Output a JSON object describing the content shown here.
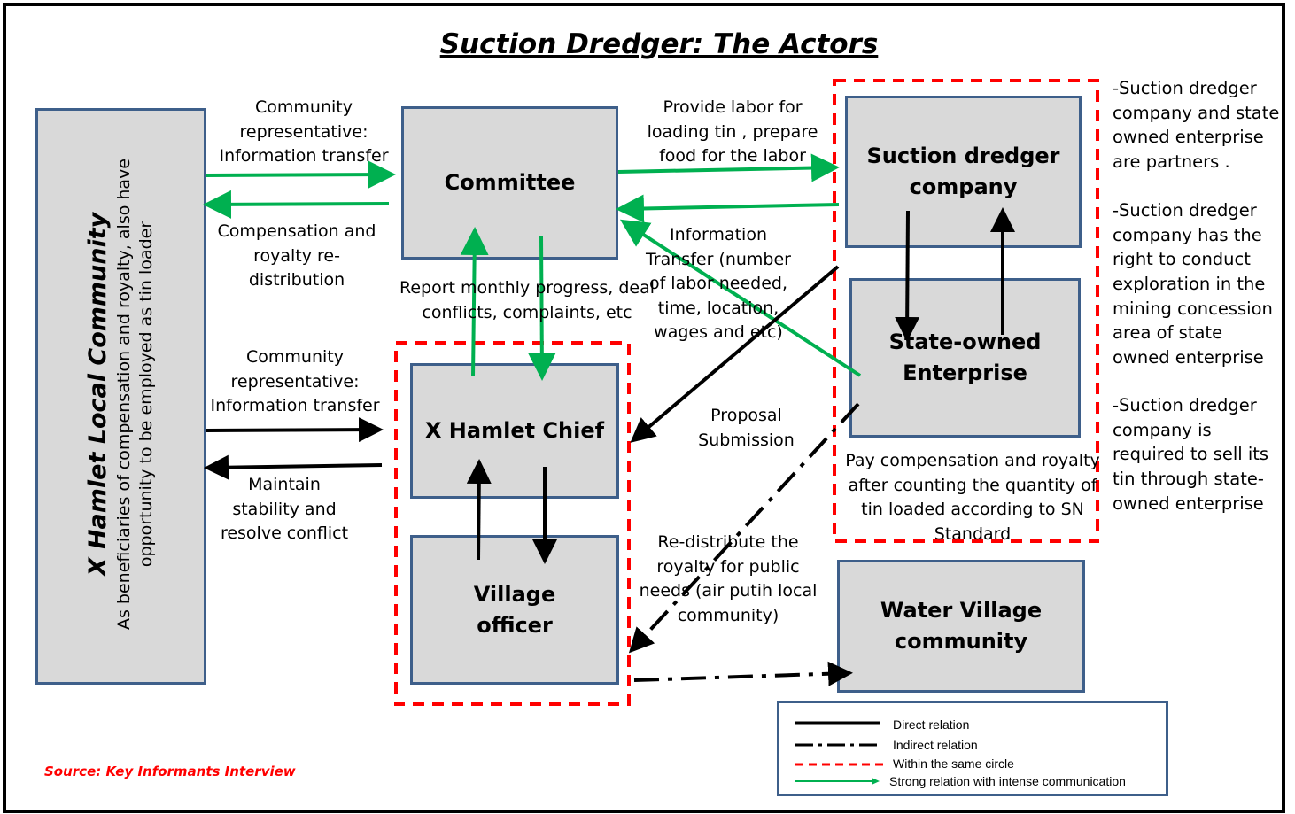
{
  "title": "Suction Dredger: The Actors",
  "actors": {
    "community_title": "X Hamlet Local Community",
    "community_subtitle": "As beneficiaries of compensation and royalty, also have opportunity to be employed as tin loader",
    "committee": "Committee",
    "suction_dredger": "Suction dredger company",
    "state_owned": "State-owned Enterprise",
    "hamlet_chief": "X Hamlet Chief",
    "village_officer": "Village officer",
    "water_village": "Water Village community"
  },
  "labels": {
    "comm_rep_1": "Community representative: Information transfer",
    "compensation": "Compensation and royalty re-distribution",
    "comm_rep_2": "Community representative: Information transfer",
    "maintain": "Maintain stability and resolve conflict",
    "provide_labor": "Provide labor for loading tin , prepare food for the labor",
    "info_transfer": "Information Transfer (number of labor needed, time, location, wages and etc)",
    "report": "Report monthly progress, deal conflicts, complaints, etc",
    "proposal": "Proposal Submission",
    "pay_compensation": "Pay compensation and royalty after counting the quantity of tin loaded according to SN Standard",
    "redistribute": "Re-distribute the royalty for public needs (air putih local community)"
  },
  "side_notes": [
    "-Suction dredger company and state owned enterprise are partners .",
    "-Suction dredger company has the right to conduct exploration in the mining concession area of state owned enterprise",
    "-Suction dredger company is required to sell its tin through state-owned enterprise"
  ],
  "legend": {
    "direct": "Direct relation",
    "indirect": "Indirect relation",
    "same_circle": "Within the same circle",
    "strong": "Strong relation with intense communication"
  },
  "source": "Source: Key Informants Interview",
  "colors": {
    "green": "#00b050",
    "red": "#ff0000",
    "box_fill": "#d9d9d9",
    "box_border": "#3e5f8a"
  }
}
